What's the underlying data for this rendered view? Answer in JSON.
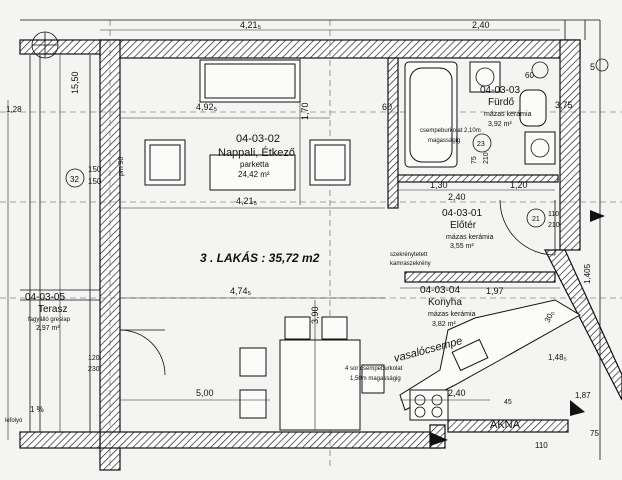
{
  "apartment": {
    "title": "3 . LAKÁS :  35,72 m2"
  },
  "rooms": {
    "living": {
      "code": "04-03-02",
      "name": "Nappali, Étkező",
      "floor": "parketta",
      "area": "24,42 m²"
    },
    "bath": {
      "code": "04-03-03",
      "name": "Fürdő",
      "floor": "mázas kerámia",
      "area": "3,92 m²"
    },
    "hall": {
      "code": "04-03-01",
      "name": "Előtér",
      "floor": "mázas kerámia",
      "area": "3,55 m²"
    },
    "kitchen": {
      "code": "04-03-04",
      "name": "Konyha",
      "floor": "mázas kerámia",
      "area": "3,82 m²"
    },
    "terrace": {
      "code": "04-03-05",
      "name": "Terasz",
      "floor": "fagyálló greslap",
      "area": "2,97 m²"
    }
  },
  "notes": {
    "bath_tile": "csempeburkolat 2,10m",
    "bath_tile2": "magasságig",
    "wardrobe1": "szekrénytetett",
    "wardrobe2": "kamraszekrény",
    "kitchen_tile1": "4 sor csempeburkolat",
    "kitchen_tile2": "1,50m magasságig",
    "handwritten": "vasalócsempe",
    "shaft": "AKNA",
    "slope": "1 %",
    "gutter": "lefolyó"
  },
  "dims": {
    "d421_top": "4,21₅",
    "d240_top": "2,40",
    "d492": "4,92₅",
    "d170": "1,70",
    "d60": "60",
    "d375": "3,75",
    "d421_mid": "4,21₅",
    "d130": "1,30",
    "d120": "1,20",
    "d240_mid": "2,40",
    "d474": "4,74₅",
    "d390": "3,90",
    "d197": "1,97",
    "d500": "5,00",
    "d240_low": "2,40",
    "d1550": "15,50",
    "d128": "1,28",
    "d150a": "150",
    "d150b": "150",
    "dpm90": "pm 90",
    "d75": "75",
    "d210": "210",
    "d110": "110",
    "d210b": "210",
    "d120k": "120",
    "d230": "230",
    "d1405": "1,405",
    "d300": "30₀",
    "d1485": "1,48₅",
    "d187": "1,87",
    "d75b": "75",
    "d110b": "110",
    "c32": "32",
    "c23": "23",
    "c21": "21",
    "c45": "45",
    "c5": "5",
    "d60b": "60"
  }
}
